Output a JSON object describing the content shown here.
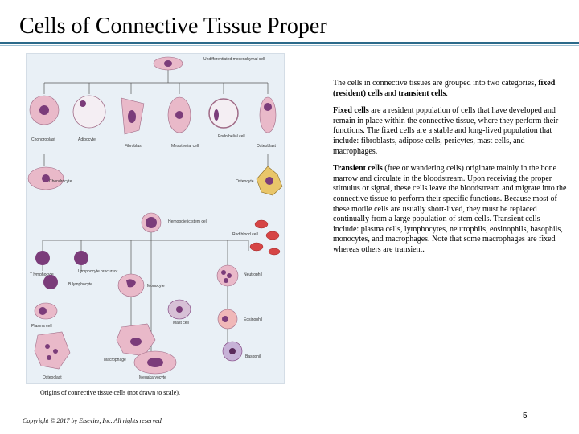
{
  "title": "Cells of Connective Tissue Proper",
  "figure": {
    "caption": "Origins of connective tissue cells (not drawn to scale).",
    "labels": {
      "undifferentiated": "Undifferentiated mesenchymal cell",
      "chondroblast": "Chondroblast",
      "adipocyte": "Adipocyte",
      "fibroblast": "Fibroblast",
      "mesothelial": "Mesothelial cell",
      "endothelial": "Endothelial cell",
      "osteoblast": "Osteoblast",
      "chondrocyte": "Chondrocyte",
      "osteocyte": "Osteocyte",
      "hemopoietic": "Hemopoietic stem cell",
      "red_blood": "Red blood cell",
      "lymphocyte_precursor": "Lymphocyte precursor",
      "t_lymphocyte": "T lymphocyte",
      "b_lymphocyte": "B lymphocyte",
      "monocyte": "Monocyte",
      "neutrophil": "Neutrophil",
      "plasma": "Plasma cell",
      "mast": "Mast cell",
      "eosinophil": "Eosinophil",
      "macrophage": "Macrophage",
      "osteoclast": "Osteoclast",
      "megakaryocyte": "Megakaryocyte",
      "basophil": "Basophil"
    }
  },
  "paragraph1": {
    "text": "The cells in connective tissues are grouped into two categories, ",
    "bold1": "fixed (resident) cells",
    "mid": " and ",
    "bold2": "transient cells",
    "end": "."
  },
  "paragraph2": {
    "bold": "Fixed cells",
    "text": " are a resident population of cells that have developed and remain in place within the connective tissue, where they perform their functions. The fixed cells are a stable and long-lived population that include: fibroblasts, adipose cells, pericytes, mast cells, and macrophages."
  },
  "paragraph3": {
    "bold": "Transient cells",
    "text": " (free or wandering cells) originate mainly in the bone marrow and circulate in the bloodstream. Upon receiving the proper stimulus or signal, these cells leave the bloodstream and migrate into the connective tissue to perform their specific functions. Because most of these motile cells are usually short-lived, they must be replaced continually from a large population of stem cells. Transient cells include: plasma cells, lymphocytes, neutrophils, eosinophils, basophils, monocytes, and macrophages. Note that some macrophages are fixed whereas others are transient."
  },
  "copyright": "Copyright © 2017 by Elsevier, Inc. All rights reserved.",
  "page_number": "5",
  "colors": {
    "title_rule": "#2b6a8a",
    "panel_bg": "#e9f0f6",
    "cell_body": "#e9b9c9",
    "nucleus": "#7b3c7a",
    "rbc": "#d64545"
  }
}
